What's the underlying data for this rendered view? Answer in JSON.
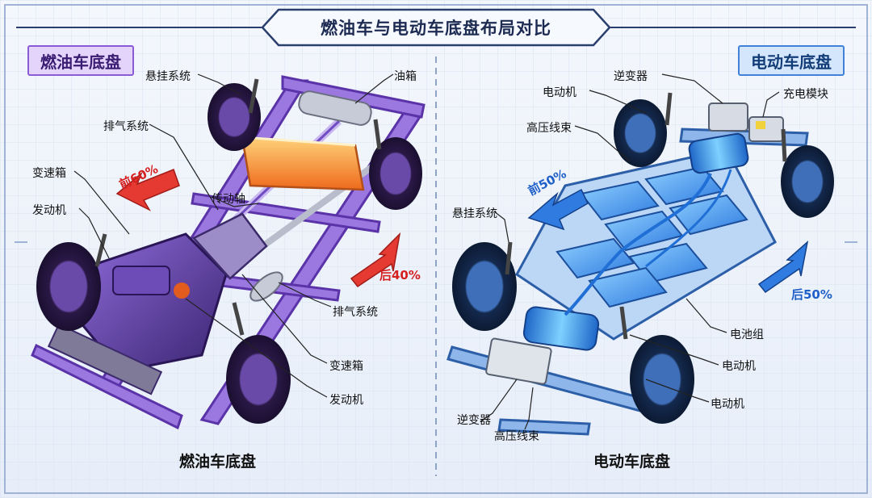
{
  "title": "燃油车与电动车底盘布局对比",
  "fuel": {
    "tag": "燃油车底盘",
    "caption": "燃油车底盘",
    "front_pct": "前60%",
    "rear_pct": "后40%",
    "labels": {
      "suspension": "悬挂系统",
      "fuel_tank": "油箱",
      "exhaust_top": "排气系统",
      "gearbox_left": "变速箱",
      "driveshaft": "传动轴",
      "engine_left": "发动机",
      "exhaust_bottom": "排气系统",
      "gearbox_bottom": "变速箱",
      "engine_bottom": "发动机"
    },
    "colors": {
      "frame": "#7b4fc9",
      "accent": "#e25b1f"
    }
  },
  "ev": {
    "tag": "电动车底盘",
    "caption": "电动车底盘",
    "front_pct": "前50%",
    "rear_pct": "后50%",
    "labels": {
      "inverter_top": "逆变器",
      "charger": "充电模块",
      "motor_top": "电动机",
      "hv_top": "高压线束",
      "suspension": "悬挂系统",
      "battery": "电池组",
      "motor_mid": "电动机",
      "motor_bottom": "电动机",
      "inverter_bottom": "逆变器",
      "hv_bottom": "高压线束"
    },
    "colors": {
      "frame": "#3d7fd6",
      "accent": "#1e5fc9"
    }
  }
}
